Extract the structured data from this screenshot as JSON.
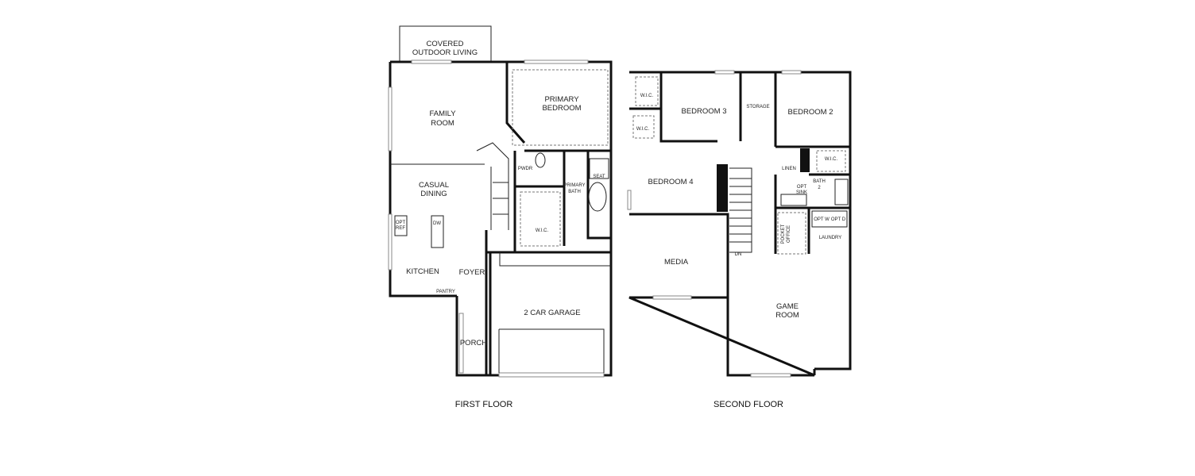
{
  "first_floor": {
    "caption": "FIRST FLOOR",
    "rooms": {
      "covered_outdoor_living_1": "COVERED",
      "covered_outdoor_living_2": "OUTDOOR LIVING",
      "family_room_1": "FAMILY",
      "family_room_2": "ROOM",
      "primary_bedroom_1": "PRIMARY",
      "primary_bedroom_2": "BEDROOM",
      "pwdr": "PWDR",
      "primary_bath_1": "PRIMARY",
      "primary_bath_2": "BATH",
      "seat": "SEAT",
      "casual_dining_1": "CASUAL",
      "casual_dining_2": "DINING",
      "wic": "W.I.C.",
      "kitchen": "KITCHEN",
      "foyer": "FOYER",
      "pantry": "PANTRY",
      "dw": "DW",
      "opt_ref_1": "OPT",
      "opt_ref_2": "REF",
      "garage": "2 CAR GARAGE",
      "porch": "PORCH"
    }
  },
  "second_floor": {
    "caption": "SECOND FLOOR",
    "rooms": {
      "wic_1": "W.I.C.",
      "wic_2": "W.I.C.",
      "bedroom_3": "BEDROOM 3",
      "storage": "STORAGE",
      "bedroom_2": "BEDROOM 2",
      "wic_3": "W.I.C.",
      "linen": "LINEN",
      "bedroom_4": "BEDROOM 4",
      "bath_2_1": "BATH",
      "bath_2_2": "2",
      "opt_sink_1": "OPT",
      "opt_sink_2": "SINK",
      "pocket_office_1": "POCKET",
      "pocket_office_2": "OFFICE",
      "opt_w": "OPT W",
      "opt_d": "OPT D",
      "laundry": "LAUNDRY",
      "dn": "DN",
      "media": "MEDIA",
      "game_room_1": "GAME",
      "game_room_2": "ROOM"
    }
  }
}
